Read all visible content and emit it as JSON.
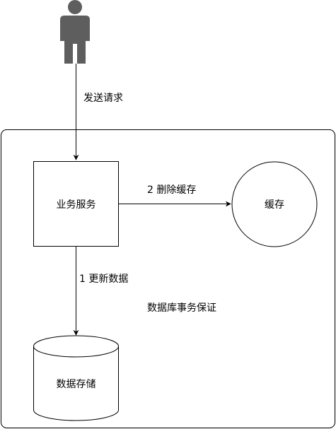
{
  "diagram": {
    "request_label": "发送请求",
    "service_label": "业务服务",
    "delete_cache_label": "2 删除缓存",
    "cache_label": "缓存",
    "update_data_label": "1 更新数据",
    "transaction_label": "数据库事务保证",
    "storage_label": "数据存储",
    "user_icon": "user-icon"
  },
  "colors": {
    "stroke": "#000000",
    "user_fill": "#5e5e5e",
    "background": "#ffffff"
  }
}
